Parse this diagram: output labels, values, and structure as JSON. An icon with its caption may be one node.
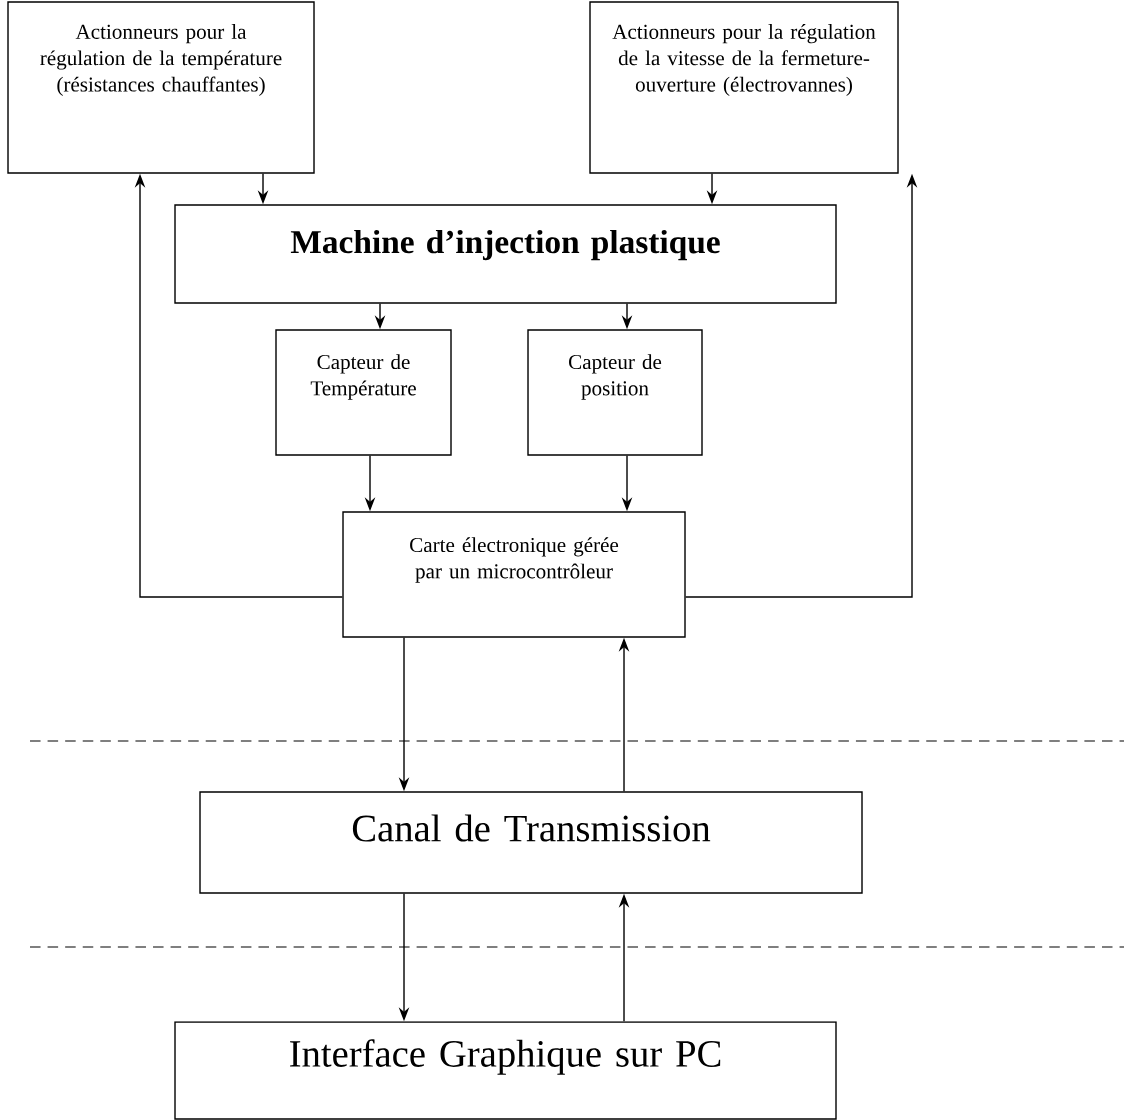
{
  "diagram": {
    "nodes": [
      {
        "text": [
          "Actionneurs pour la régulation de la température (résistances chauffantes)"
        ]
      },
      {
        "text": [
          "Actionneurs pour la régulation de la vitesse de la fermeture-ouverture (électrovannes)"
        ]
      },
      {
        "text": [
          "Machine d’injection plastique"
        ]
      },
      {
        "text": [
          "Capteur de Température"
        ]
      },
      {
        "text": [
          "Capteur de position"
        ]
      },
      {
        "text": [
          "Carte électronique gérée par un microcontrôleur"
        ]
      },
      {
        "text": [
          "Canal de Transmission"
        ]
      },
      {
        "text": [
          "Interface Graphique sur PC"
        ]
      }
    ],
    "edges": [
      {
        "from": 0,
        "to": 2,
        "arrow": "to"
      },
      {
        "from": 1,
        "to": 2,
        "arrow": "to"
      },
      {
        "from": 2,
        "to": 3,
        "arrow": "to"
      },
      {
        "from": 2,
        "to": 4,
        "arrow": "to"
      },
      {
        "from": 3,
        "to": 5,
        "arrow": "to"
      },
      {
        "from": 4,
        "to": 5,
        "arrow": "to"
      },
      {
        "from": 5,
        "to": 0,
        "arrow": "to"
      },
      {
        "from": 5,
        "to": 1,
        "arrow": "to"
      },
      {
        "from": 5,
        "to": 6,
        "arrow": "to"
      },
      {
        "from": 6,
        "to": 5,
        "arrow": "to"
      },
      {
        "from": 6,
        "to": 7,
        "arrow": "to"
      },
      {
        "from": 7,
        "to": 6,
        "arrow": "to"
      }
    ]
  }
}
